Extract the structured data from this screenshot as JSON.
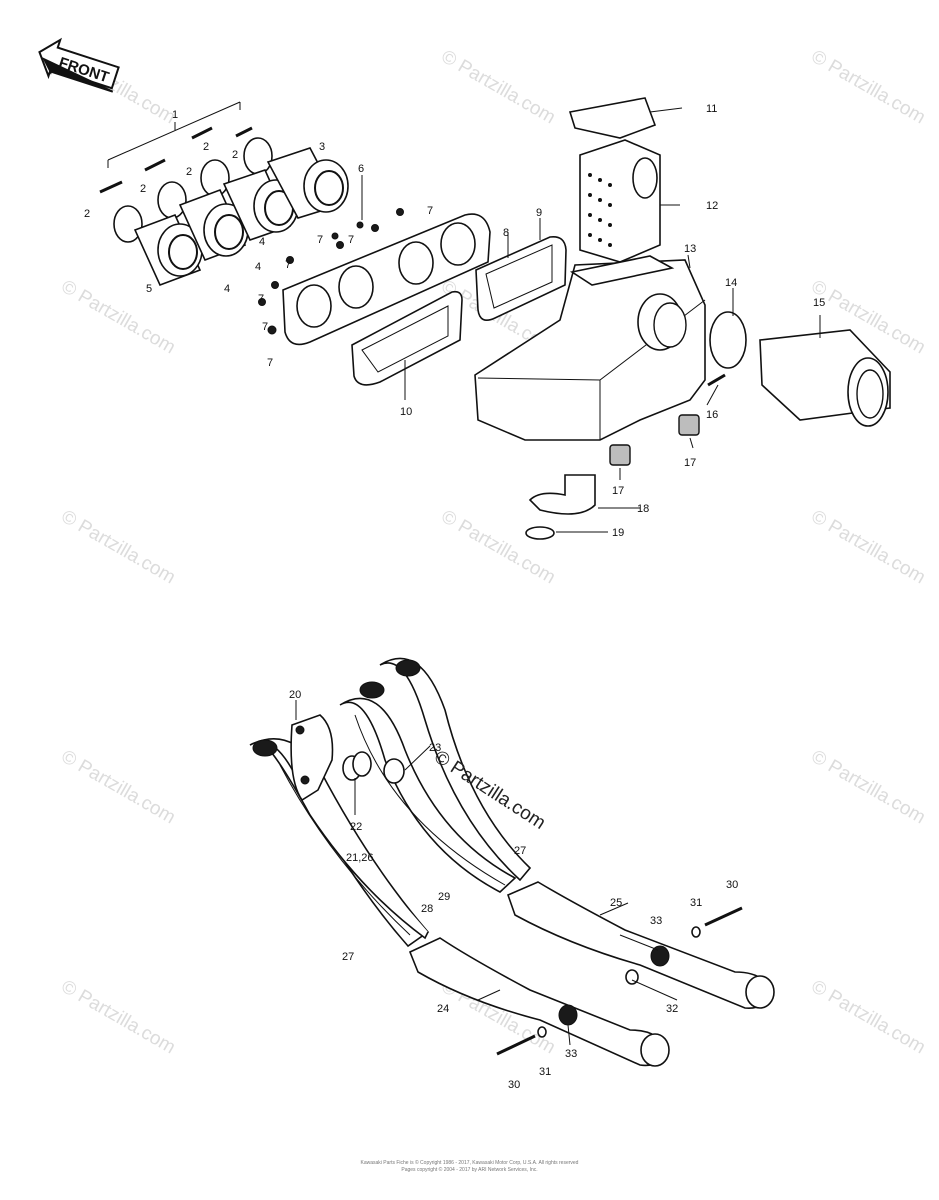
{
  "front_badge": "FRONT",
  "watermark": "© Partzilla.com",
  "center_watermark": "© Partzilla.com",
  "callouts": [
    "1",
    "2",
    "2",
    "2",
    "2",
    "2",
    "3",
    "4",
    "4",
    "4",
    "5",
    "6",
    "7",
    "7",
    "7",
    "7",
    "7",
    "7",
    "7",
    "8",
    "9",
    "10",
    "11",
    "12",
    "13",
    "14",
    "15",
    "16",
    "17",
    "17",
    "18",
    "19",
    "20",
    "21,26",
    "22",
    "23",
    "24",
    "25",
    "27",
    "27",
    "28",
    "29",
    "30",
    "30",
    "31",
    "31",
    "32",
    "33",
    "33"
  ],
  "footer_line1": "Kawasaki Parts Fiche is © Copyright 1986 - 2017, Kawasaki Motor Corp, U.S.A. All rights reserved",
  "footer_line2": "Pages copyright © 2004 - 2017 by ARI Network Services, Inc."
}
